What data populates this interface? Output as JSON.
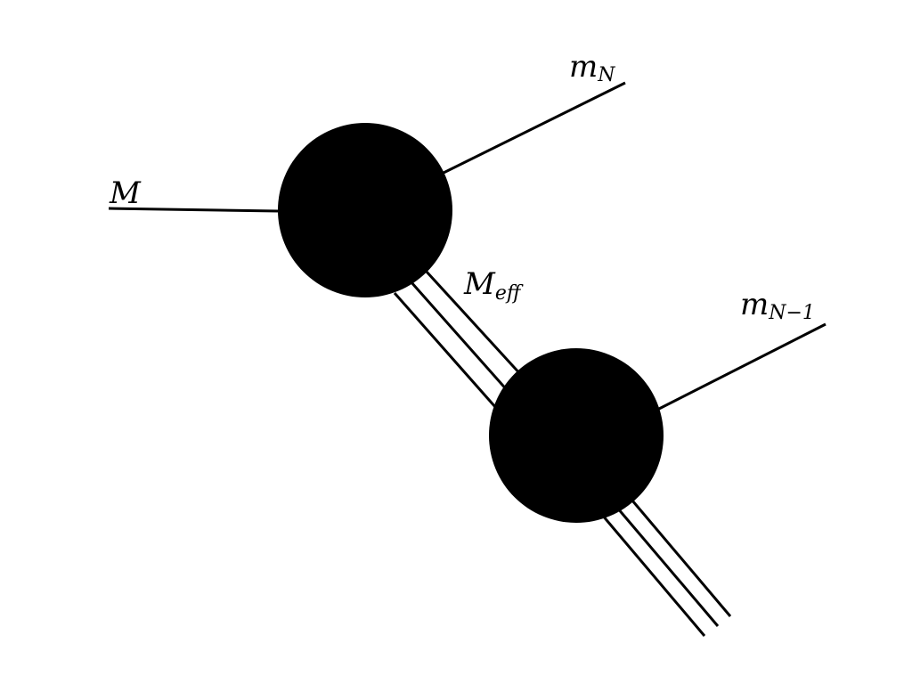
{
  "diagram": {
    "labels": {
      "incoming": "M",
      "outgoing_top": {
        "base": "m",
        "sub": "N"
      },
      "effective": {
        "base": "M",
        "sub": "eff"
      },
      "outgoing_bottom": {
        "base": "m",
        "sub": "N−1"
      }
    },
    "colors": {
      "ink": "#000000",
      "background": "#ffffff"
    }
  }
}
